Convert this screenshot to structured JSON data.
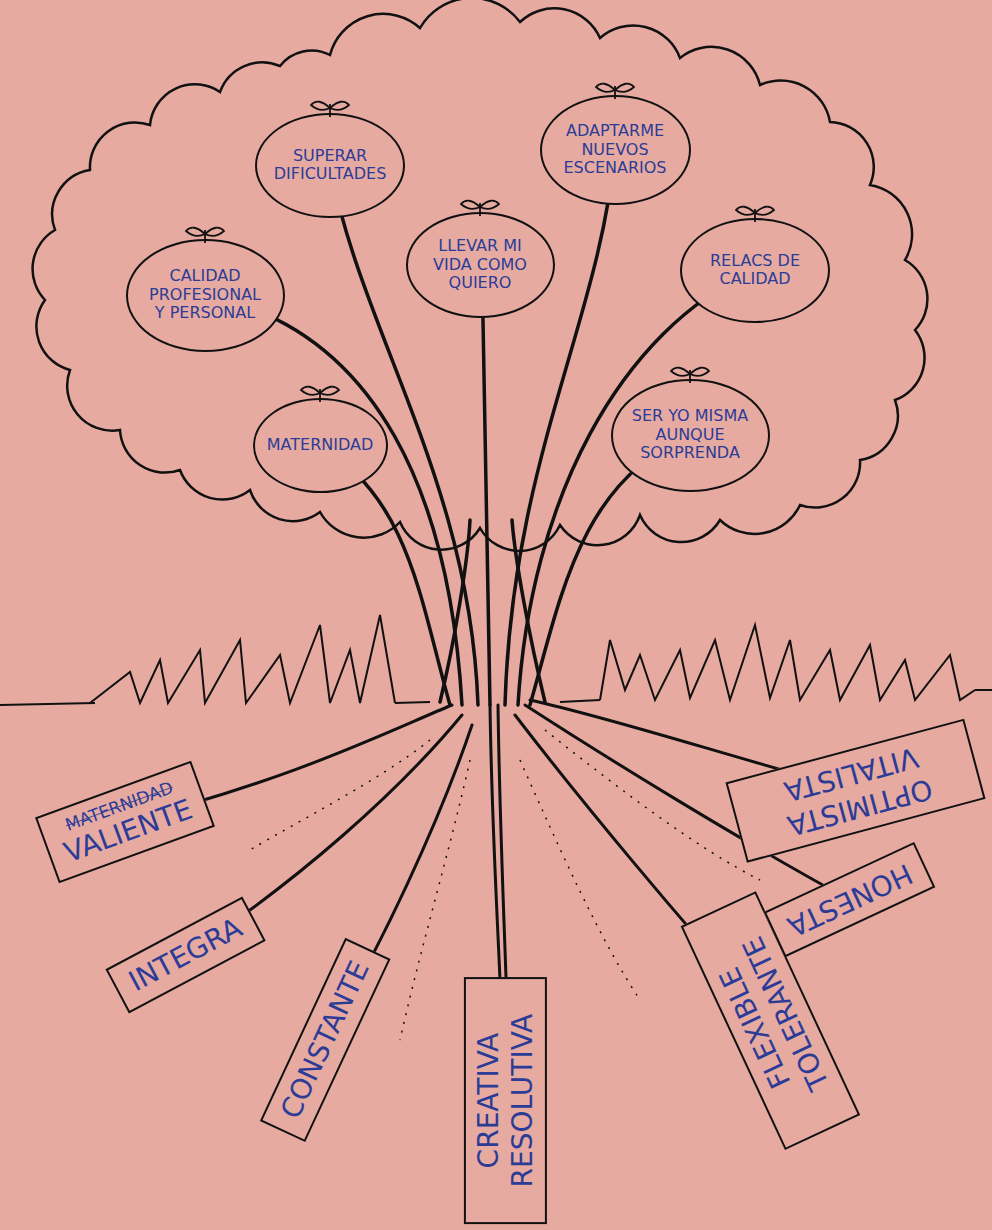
{
  "diagram": {
    "nodes": [
      {
        "text": [
          "SUPERAR DIFICULTADES"
        ]
      },
      {
        "text": [
          "ADAPTARME NUEVOS ESCENARIOS"
        ]
      },
      {
        "text": [
          "CALIDAD PROFESIONAL Y PERSONAL"
        ]
      },
      {
        "text": [
          "LLEVAR MI VIDA COMO QUIERO"
        ]
      },
      {
        "text": [
          "RELACS DE CALIDAD"
        ]
      },
      {
        "text": [
          "MATERNIDAD"
        ]
      },
      {
        "text": [
          "SER YO MISMA AUNQUE SORPRENDA"
        ]
      },
      {
        "text": [
          "MATERNIDAD",
          "VALIENTE"
        ]
      },
      {
        "text": [
          "INTEGRA"
        ]
      },
      {
        "text": [
          "CONSTANTE"
        ]
      },
      {
        "text": [
          "CREATIVA RESOLUTIVA"
        ]
      },
      {
        "text": [
          "FLEXIBLE TOLERANTE"
        ]
      },
      {
        "text": [
          "HONESTA"
        ]
      },
      {
        "text": [
          "OPTIMISTA VITALISTA"
        ]
      }
    ]
  }
}
